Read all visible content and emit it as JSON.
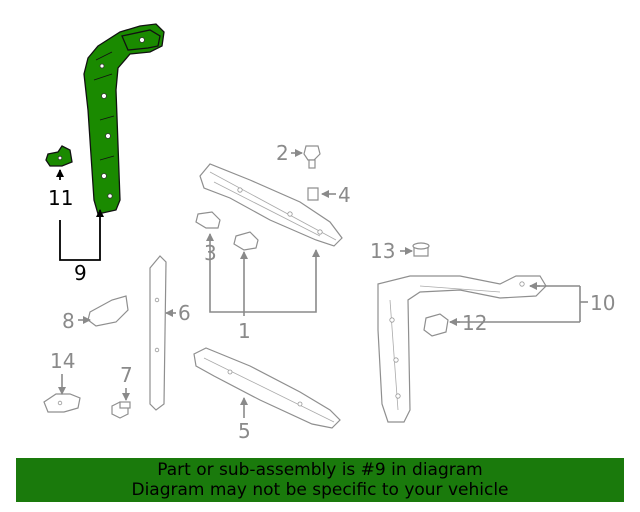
{
  "callouts": {
    "c1": "1",
    "c2": "2",
    "c3": "3",
    "c4": "4",
    "c5": "5",
    "c6": "6",
    "c7": "7",
    "c8": "8",
    "c9": "9",
    "c10": "10",
    "c11": "11",
    "c12": "12",
    "c13": "13",
    "c14": "14"
  },
  "highlighted_part": "9",
  "colors": {
    "highlight": "#1a8a00",
    "banner": "#1a7a0c",
    "callout": "#8a8a8a"
  },
  "banner": {
    "line1": "Part or sub-assembly is #9 in diagram",
    "line2": "Diagram may not be specific to your vehicle"
  }
}
